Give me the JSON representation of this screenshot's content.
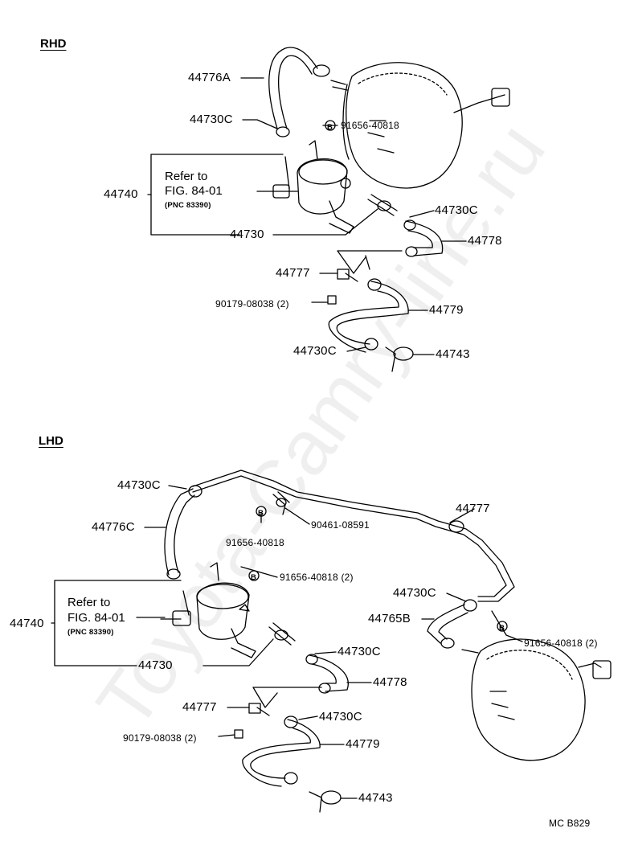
{
  "sections": {
    "rhd": "RHD",
    "lhd": "LHD"
  },
  "watermark": "Toyota-Camry-line.ru",
  "footer_code": "MC  B829",
  "rhd": {
    "refer_to": "Refer to",
    "fig": "FIG. 84-01",
    "pnc": "(PNC 83390)",
    "bolt_marker": "B",
    "parts": {
      "p44776A": "44776A",
      "p44730C_a": "44730C",
      "p91656": "91656-40818",
      "p44740": "44740",
      "p44730C_b": "44730C",
      "p44730": "44730",
      "p44778": "44778",
      "p44777": "44777",
      "p90179": "90179-08038 (2)",
      "p44779": "44779",
      "p44730C_c": "44730C",
      "p44743": "44743"
    }
  },
  "lhd": {
    "refer_to": "Refer to",
    "fig": "FIG. 84-01",
    "pnc": "(PNC 83390)",
    "bolt_marker": "B",
    "parts": {
      "p44730C_a": "44730C",
      "p44776C": "44776C",
      "p90461": "90461-08591",
      "p91656_a": "91656-40818",
      "p91656_b": "91656-40818 (2)",
      "p44777_a": "44777",
      "p44740": "44740",
      "p44730C_b": "44730C",
      "p44765B": "44765B",
      "p91656_c": "91656-40818 (2)",
      "p44730": "44730",
      "p44730C_c": "44730C",
      "p44778": "44778",
      "p44777_b": "44777",
      "p44730C_d": "44730C",
      "p90179": "90179-08038 (2)",
      "p44779": "44779",
      "p44743": "44743"
    }
  }
}
